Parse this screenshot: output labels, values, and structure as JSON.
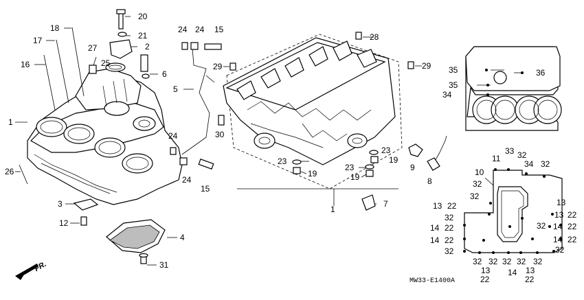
{
  "diagram_code": "MW33-E1400A",
  "direction_label": "FR.",
  "callouts": [
    {
      "id": "c20",
      "text": "20"
    },
    {
      "id": "c21",
      "text": "21"
    },
    {
      "id": "c2",
      "text": "2"
    },
    {
      "id": "c18",
      "text": "18"
    },
    {
      "id": "c17",
      "text": "17"
    },
    {
      "id": "c16",
      "text": "16"
    },
    {
      "id": "c27",
      "text": "27"
    },
    {
      "id": "c25",
      "text": "25"
    },
    {
      "id": "c6",
      "text": "6"
    },
    {
      "id": "c1a",
      "text": "1"
    },
    {
      "id": "c26",
      "text": "26"
    },
    {
      "id": "c3",
      "text": "3"
    },
    {
      "id": "c12",
      "text": "12"
    },
    {
      "id": "c4",
      "text": "4"
    },
    {
      "id": "c31",
      "text": "31"
    },
    {
      "id": "c24a",
      "text": "24"
    },
    {
      "id": "c24b",
      "text": "24"
    },
    {
      "id": "c15a",
      "text": "15"
    },
    {
      "id": "c5",
      "text": "5"
    },
    {
      "id": "c24c",
      "text": "24"
    },
    {
      "id": "c30",
      "text": "30"
    },
    {
      "id": "c24d",
      "text": "24"
    },
    {
      "id": "c15b",
      "text": "15"
    },
    {
      "id": "c29a",
      "text": "29"
    },
    {
      "id": "c28",
      "text": "28"
    },
    {
      "id": "c29b",
      "text": "29"
    },
    {
      "id": "c23a",
      "text": "23"
    },
    {
      "id": "c19a",
      "text": "19"
    },
    {
      "id": "c23b",
      "text": "23"
    },
    {
      "id": "c19b",
      "text": "19"
    },
    {
      "id": "c23c",
      "text": "23"
    },
    {
      "id": "c19c",
      "text": "19"
    },
    {
      "id": "c1b",
      "text": "1"
    },
    {
      "id": "c7",
      "text": "7"
    },
    {
      "id": "c9",
      "text": "9"
    },
    {
      "id": "c8",
      "text": "8"
    },
    {
      "id": "c35a",
      "text": "35"
    },
    {
      "id": "c36",
      "text": "36"
    },
    {
      "id": "c35b",
      "text": "35"
    },
    {
      "id": "c34a",
      "text": "34"
    },
    {
      "id": "c11",
      "text": "11"
    },
    {
      "id": "c33",
      "text": "33"
    },
    {
      "id": "c32a",
      "text": "32"
    },
    {
      "id": "c32b",
      "text": "32"
    },
    {
      "id": "c34b",
      "text": "34"
    },
    {
      "id": "c10",
      "text": "10"
    },
    {
      "id": "c32c",
      "text": "32"
    },
    {
      "id": "c32d",
      "text": "32"
    },
    {
      "id": "c13a",
      "text": "13"
    },
    {
      "id": "c22a",
      "text": "22"
    },
    {
      "id": "c32e",
      "text": "32"
    },
    {
      "id": "c14a",
      "text": "14"
    },
    {
      "id": "c22b",
      "text": "22"
    },
    {
      "id": "c14b",
      "text": "14"
    },
    {
      "id": "c22c",
      "text": "22"
    },
    {
      "id": "c32f",
      "text": "32"
    },
    {
      "id": "c13b",
      "text": "13"
    },
    {
      "id": "c13c",
      "text": "13"
    },
    {
      "id": "c22d",
      "text": "22"
    },
    {
      "id": "c32g",
      "text": "32"
    },
    {
      "id": "c14c",
      "text": "14"
    },
    {
      "id": "c22e",
      "text": "22"
    },
    {
      "id": "c14d",
      "text": "14"
    },
    {
      "id": "c22f",
      "text": "22"
    },
    {
      "id": "c32h",
      "text": "32"
    },
    {
      "id": "c32i",
      "text": "32"
    },
    {
      "id": "c32j",
      "text": "32"
    },
    {
      "id": "c32k",
      "text": "32"
    },
    {
      "id": "c32l",
      "text": "32"
    },
    {
      "id": "c32m",
      "text": "32"
    },
    {
      "id": "c13d",
      "text": "13"
    },
    {
      "id": "c22g",
      "text": "22"
    },
    {
      "id": "c14e",
      "text": "14"
    },
    {
      "id": "c13e",
      "text": "13"
    },
    {
      "id": "c22h",
      "text": "22"
    }
  ]
}
